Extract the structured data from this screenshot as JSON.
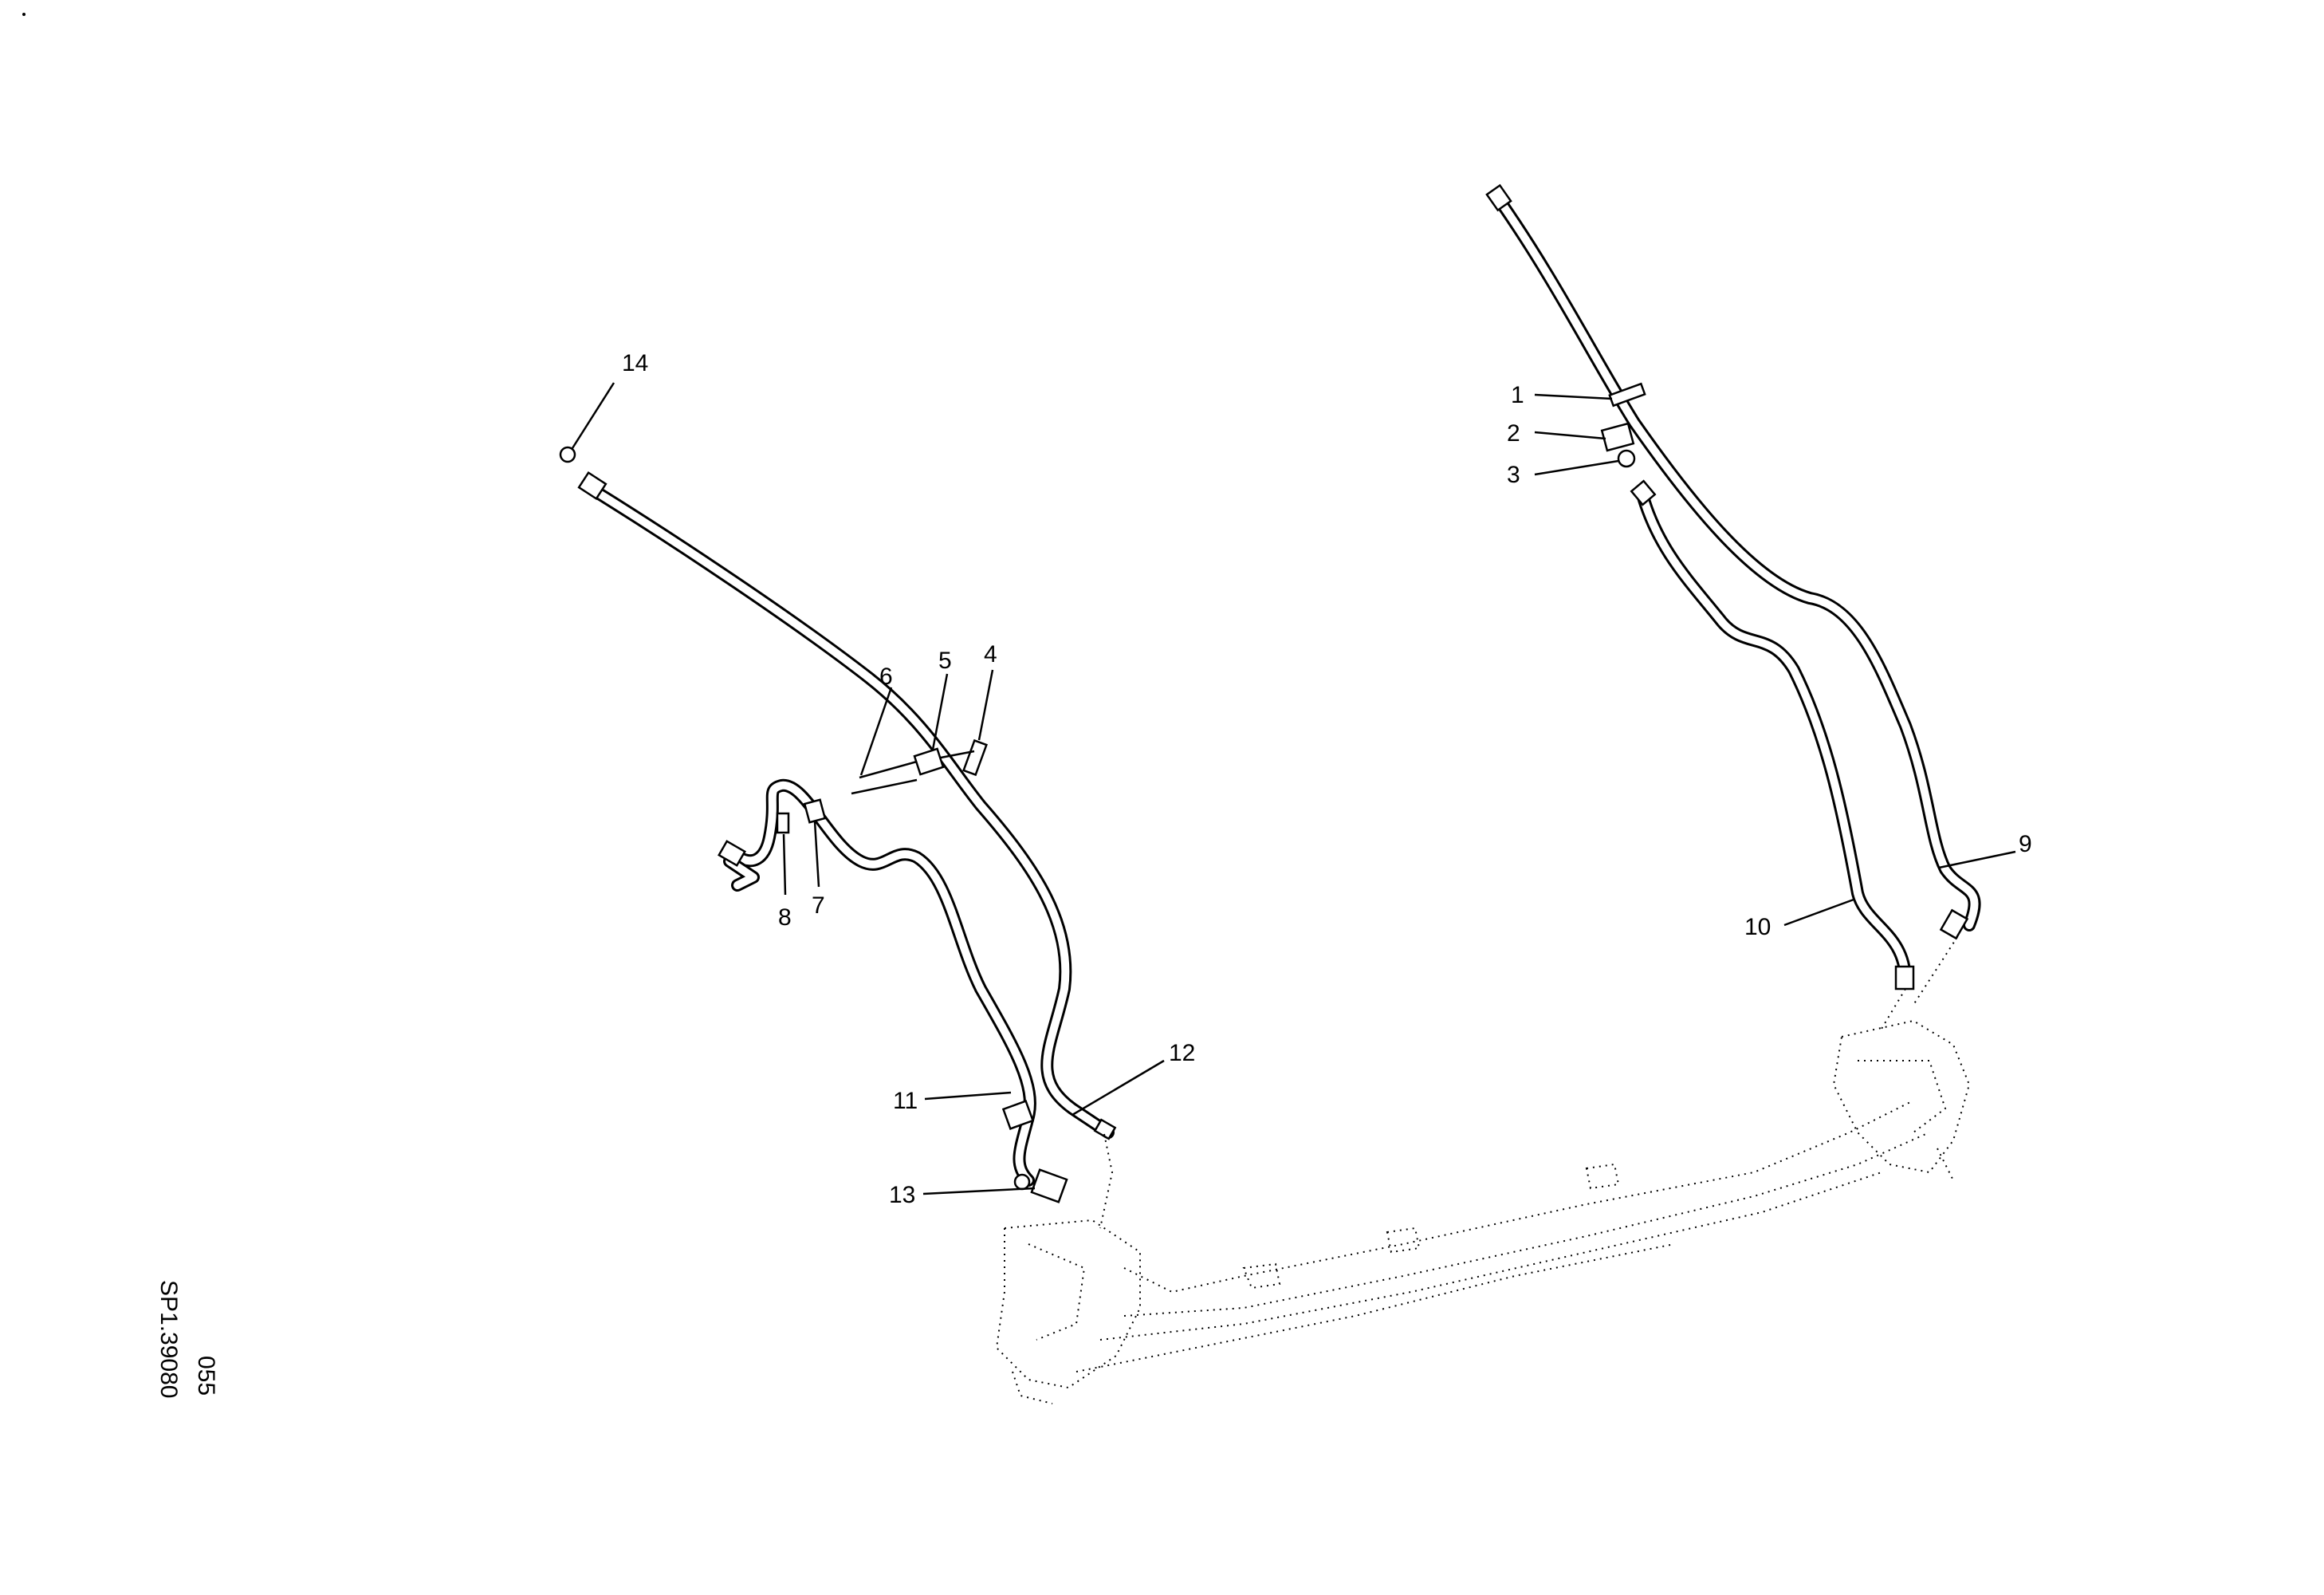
{
  "drawing": {
    "code_line1": "SP1.39080",
    "code_line2": "055"
  },
  "callouts": [
    "1",
    "2",
    "3",
    "4",
    "5",
    "6",
    "7",
    "8",
    "9",
    "10",
    "11",
    "12",
    "13",
    "14"
  ]
}
